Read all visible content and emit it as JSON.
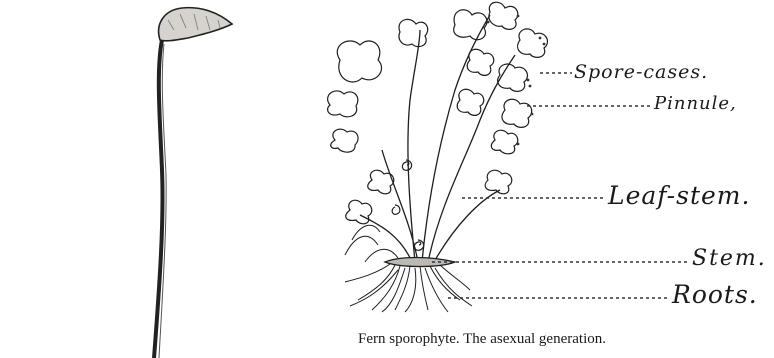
{
  "labels": {
    "spore_cases": "Spore-cases.",
    "pinnule": "Pinnule,",
    "leaf_stem": "Leaf-stem.",
    "stem": "Stem.",
    "roots": "Roots."
  },
  "caption": "Fern sporophyte.   The asexual generation."
}
